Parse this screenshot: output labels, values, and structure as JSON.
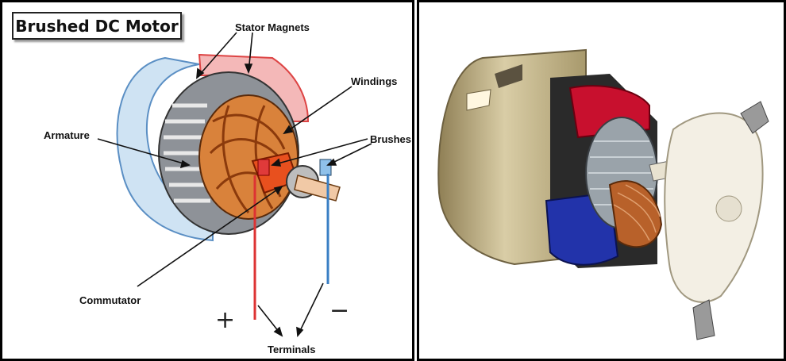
{
  "left_panel": {
    "title": "Brushed DC Motor",
    "labels": {
      "stator_magnets": "Stator Magnets",
      "windings": "Windings",
      "armature": "Armature",
      "brushes": "Brushes",
      "commutator": "Commutator",
      "terminals": "Terminals"
    },
    "signs": {
      "plus": "+",
      "minus": "−"
    }
  },
  "colors": {
    "stator_blue": "#7fb3dc",
    "stator_red": "#e57a7a",
    "copper": "#d2691e",
    "commutator_red": "#e0401a",
    "brush_red": "#c8102e",
    "brush_blue": "#2233aa",
    "can_gold": "#b9a679"
  }
}
